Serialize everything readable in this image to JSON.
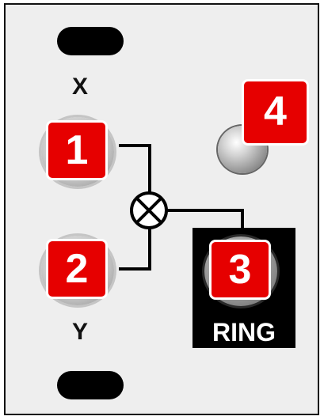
{
  "panel": {
    "input_x_label": "X",
    "input_y_label": "Y"
  },
  "jacks": {
    "input_x_number": "1",
    "input_y_number": "2",
    "output_number": "3",
    "output_label": "RING"
  },
  "indicator": {
    "number": "4"
  },
  "icons": {
    "multiplier": "circle-x-multiply-icon",
    "jack_nut": "hex-nut-icon",
    "led": "led-icon"
  },
  "colors": {
    "badge_red": "#e60000",
    "panel_bg": "#eeeeee",
    "output_box": "#000000"
  }
}
